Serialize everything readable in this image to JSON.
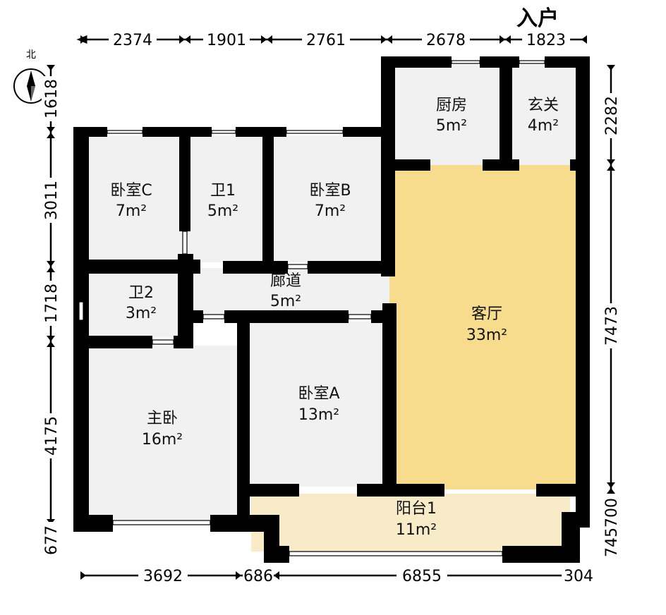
{
  "entrance_label": "入户",
  "compass_label": "北",
  "rooms": [
    {
      "id": "bedroom-c",
      "name": "卧室C",
      "area": "7m²"
    },
    {
      "id": "bath-1",
      "name": "卫1",
      "area": "5m²"
    },
    {
      "id": "bedroom-b",
      "name": "卧室B",
      "area": "7m²"
    },
    {
      "id": "kitchen",
      "name": "厨房",
      "area": "5m²"
    },
    {
      "id": "foyer",
      "name": "玄关",
      "area": "4m²"
    },
    {
      "id": "corridor",
      "name": "廊道",
      "area": "5m²"
    },
    {
      "id": "bath-2",
      "name": "卫2",
      "area": "3m²"
    },
    {
      "id": "living",
      "name": "客厅",
      "area": "33m²"
    },
    {
      "id": "bedroom-a",
      "name": "卧室A",
      "area": "13m²"
    },
    {
      "id": "master",
      "name": "主卧",
      "area": "16m²"
    },
    {
      "id": "balcony-1",
      "name": "阳台1",
      "area": "11m²"
    }
  ],
  "dimensions": {
    "top": [
      "2374",
      "1901",
      "2761",
      "2678",
      "1823"
    ],
    "bottom": [
      "3692",
      "686",
      "6855",
      "304"
    ],
    "left": [
      "1618",
      "3011",
      "1718",
      "4175",
      "677"
    ],
    "right": [
      "2282",
      "7473",
      "745700"
    ]
  },
  "colors": {
    "wall": "#000000",
    "room_floor": "#f1f1f1",
    "living_floor": "#f6dc8c",
    "balcony_floor": "#f8ecc8"
  }
}
